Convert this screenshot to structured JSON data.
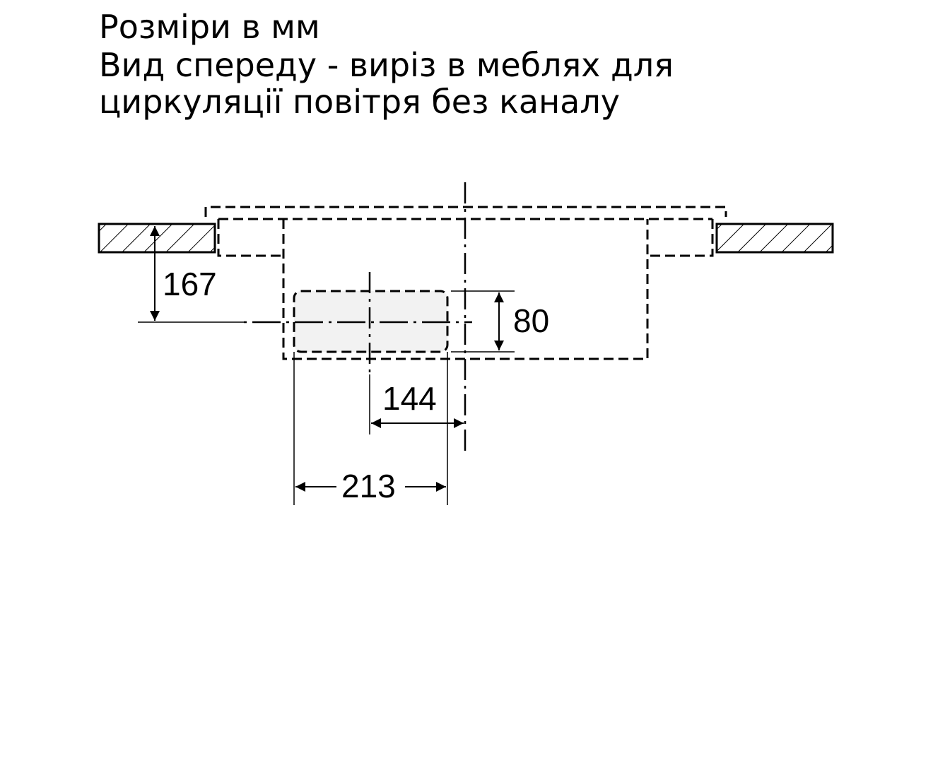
{
  "title": {
    "line1": "Розміри в мм",
    "line2": "Вид спереду - виріз в меблях для",
    "line3": "циркуляції повітря без каналу"
  },
  "dimensions": {
    "d167": "167",
    "d80": "80",
    "d144": "144",
    "d213": "213"
  },
  "colors": {
    "line": "#000000",
    "cutout_fill": "#f2f2f2",
    "background": "#ffffff"
  }
}
